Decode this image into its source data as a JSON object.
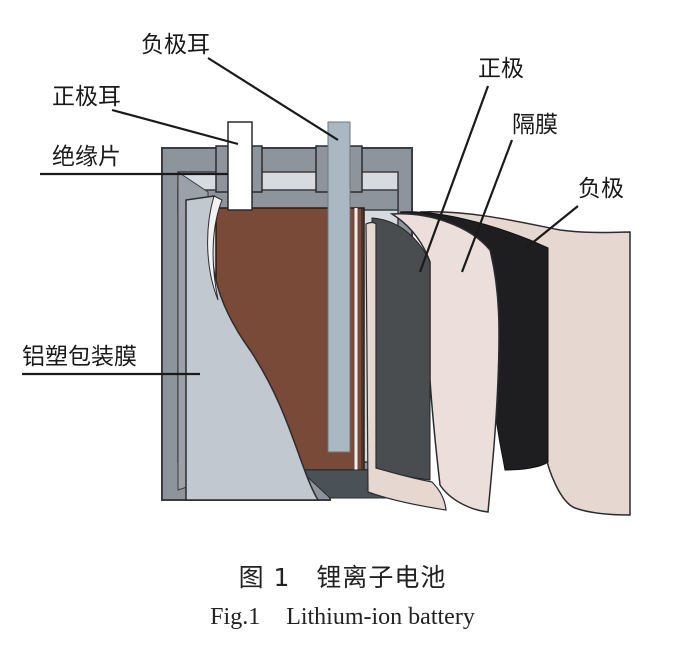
{
  "labels": {
    "negative_tab": "负极耳",
    "positive_tab": "正极耳",
    "insulator": "绝缘片",
    "pouch_film": "铝塑包装膜",
    "positive_electrode": "正极",
    "separator": "隔膜",
    "negative_electrode": "负极"
  },
  "caption": {
    "cn_number": "图 1",
    "cn_title": "锂离子电池",
    "en_number": "Fig.1",
    "en_title": "Lithium-ion battery"
  },
  "colors": {
    "casing": "#8d949c",
    "casing_light": "#c9ced4",
    "pouch_fill": "#c2c8d0",
    "electrode_brown": "#7a4a38",
    "tab_blue": "#a9b8c2",
    "cathode_dark": "#4a4d50",
    "separator_pink": "#e9dcd8",
    "anode_black": "#1e1d1f"
  }
}
